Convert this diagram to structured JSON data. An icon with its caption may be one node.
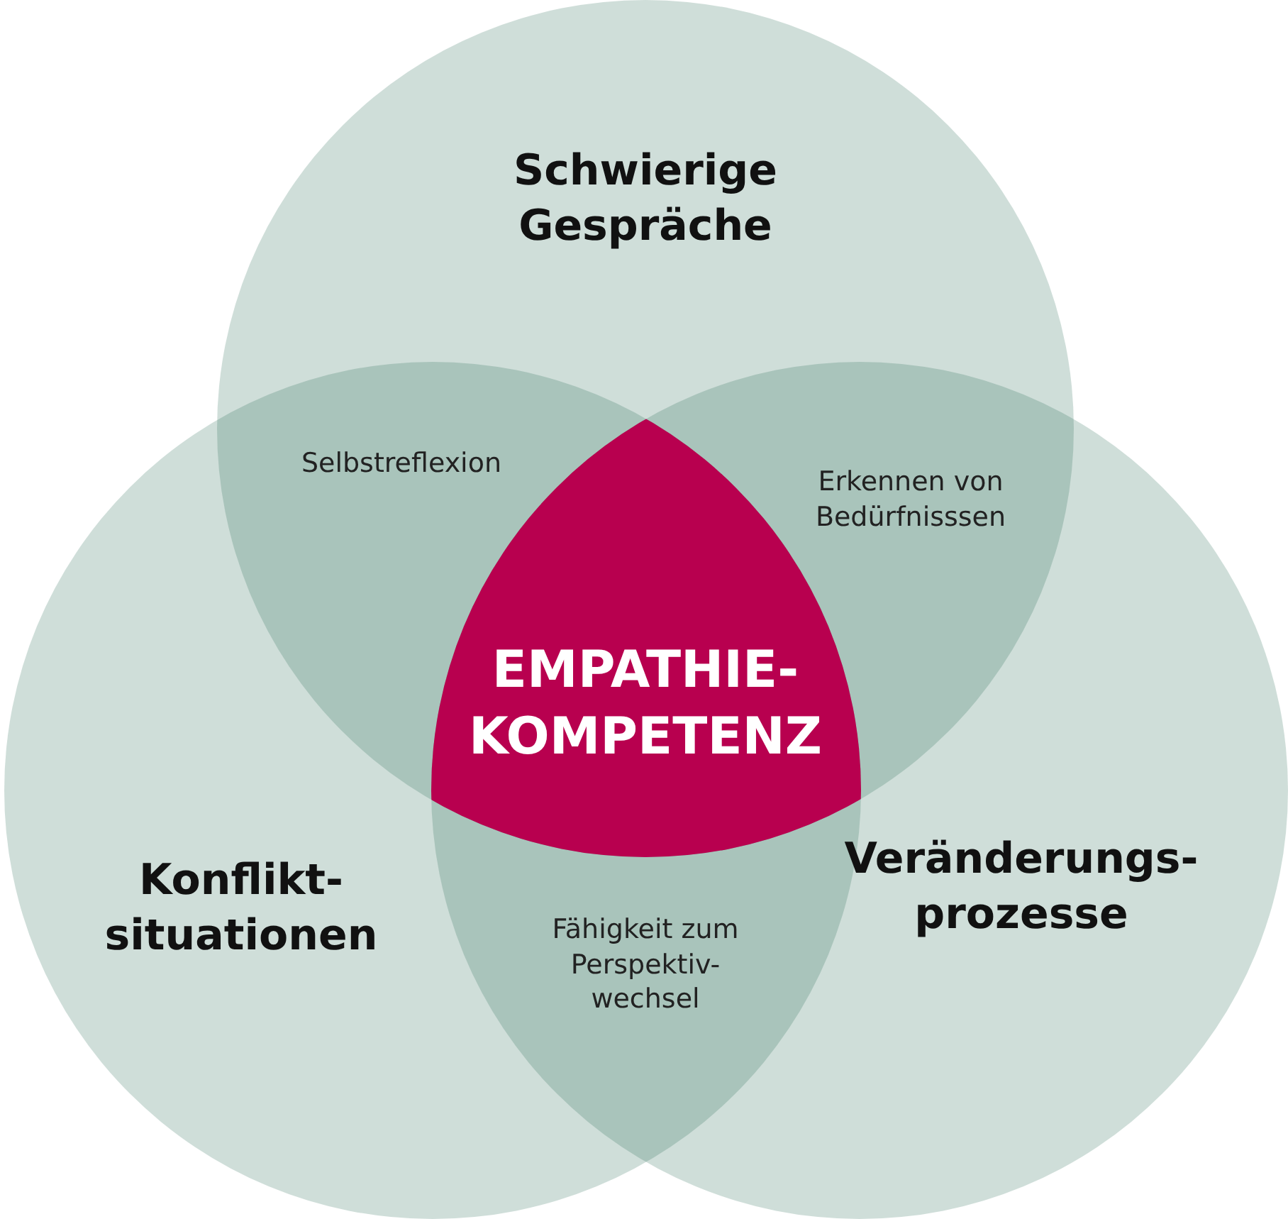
{
  "diagram": {
    "nodes": [
      {
        "text": [
          "Schwierige Gespräche"
        ]
      },
      {
        "text": [
          "Konflikt- situationen"
        ]
      },
      {
        "text": [
          "Veränderungs- prozesse"
        ]
      },
      {
        "text": [
          "EMPATHIE- KOMPETENZ"
        ]
      },
      {
        "text": [
          "Selbstreflexion"
        ]
      },
      {
        "text": [
          "Erkennen von Bedürfnisssen"
        ]
      },
      {
        "text": [
          "Fähigkeit zum Perspektiv- wechsel"
        ]
      }
    ]
  }
}
